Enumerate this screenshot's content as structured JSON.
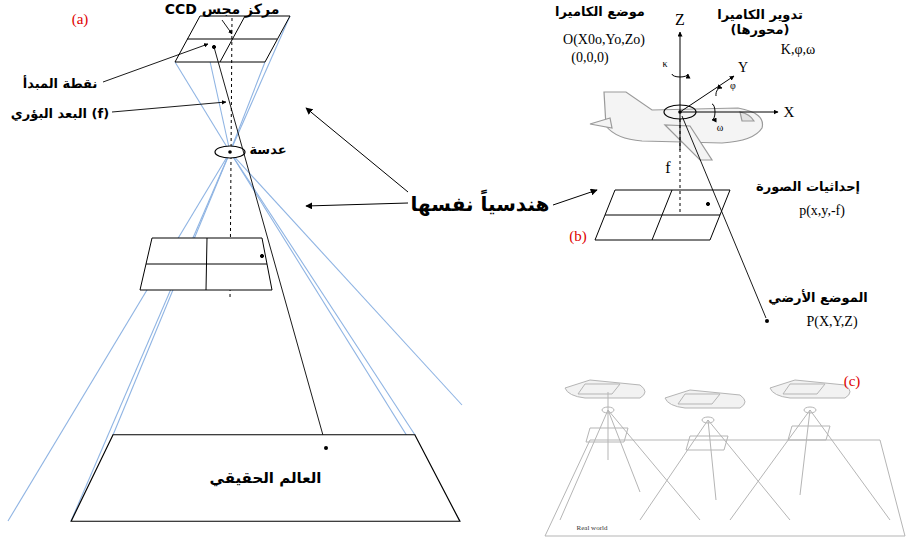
{
  "diagram": {
    "nodes": [
      {
        "text": [
          "العالم الحقيقي"
        ]
      }
    ],
    "labels": [
      "مركز مجس CCD",
      "(a)",
      "نقطة المبدأ",
      "(f) البعد البؤري",
      "عدسة",
      "هندسياً نفسها",
      "موضع الكاميرا",
      "O(X0o,Yo,Zo)",
      "(0,0,0)",
      "تدوير الكاميرا (محورها)",
      "K,φ,ω",
      "Z",
      "κ",
      "Y",
      "φ",
      "X",
      "ω",
      "f",
      "إحداثيات الصورة",
      "p(x,y,-f)",
      "(b)",
      "الموضع الأرضي",
      "P(X,Y,Z)",
      "(c)",
      "Real world"
    ]
  }
}
